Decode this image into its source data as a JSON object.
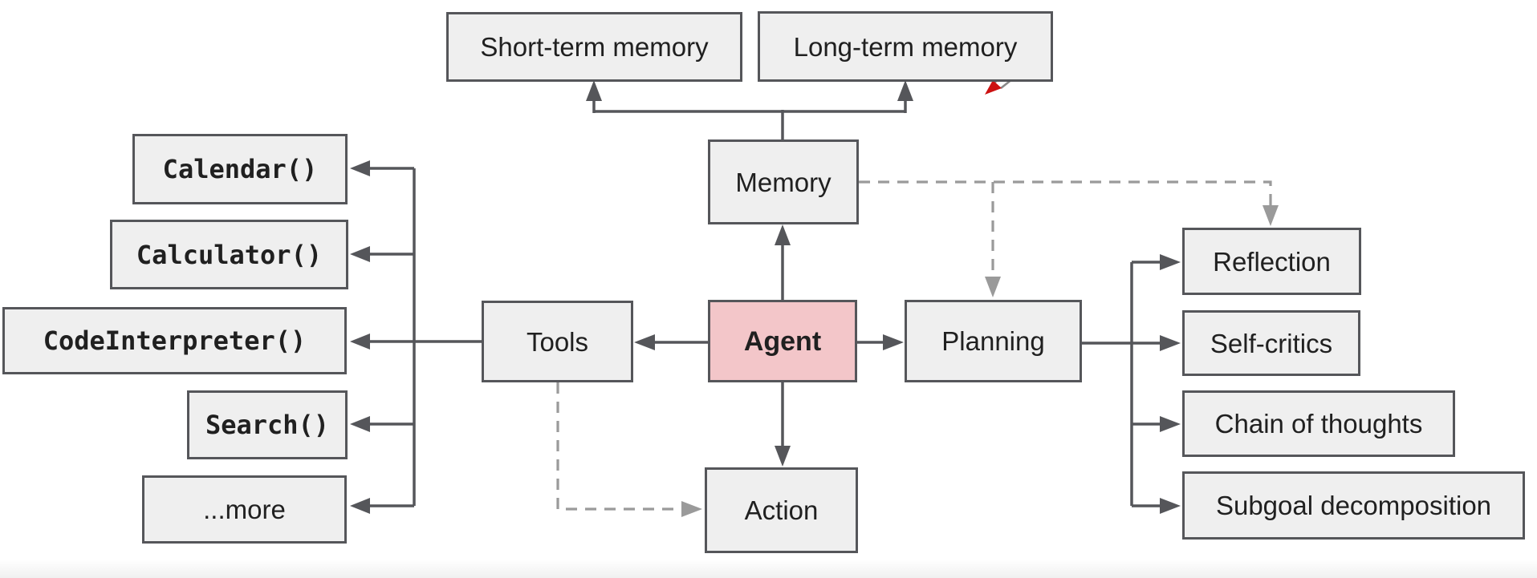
{
  "colors": {
    "node-fill": "#efefef",
    "node-border": "#55565a",
    "agent-fill": "#f3c6c9",
    "solid-line": "#55565a",
    "dashed-line": "#9a9a9a",
    "text": "#202020",
    "pointer-red": "#cc1111"
  },
  "nodes": {
    "agent": {
      "label": "Agent"
    },
    "memory": {
      "label": "Memory"
    },
    "tools": {
      "label": "Tools"
    },
    "planning": {
      "label": "Planning"
    },
    "action": {
      "label": "Action"
    },
    "short_term_memory": {
      "label": "Short-term memory"
    },
    "long_term_memory": {
      "label": "Long-term memory"
    },
    "calendar": {
      "label": "Calendar()"
    },
    "calculator": {
      "label": "Calculator()"
    },
    "code_interpreter": {
      "label": "CodeInterpreter()"
    },
    "search": {
      "label": "Search()"
    },
    "more": {
      "label": "...more"
    },
    "reflection": {
      "label": "Reflection"
    },
    "self_critics": {
      "label": "Self-critics"
    },
    "chain_of_thoughts": {
      "label": "Chain of thoughts"
    },
    "subgoal_decomposition": {
      "label": "Subgoal decomposition"
    }
  },
  "edges": [
    {
      "from": "Memory",
      "to": "Short-term memory",
      "style": "solid"
    },
    {
      "from": "Memory",
      "to": "Long-term memory",
      "style": "solid"
    },
    {
      "from": "Agent",
      "to": "Memory",
      "style": "solid"
    },
    {
      "from": "Agent",
      "to": "Tools",
      "style": "solid"
    },
    {
      "from": "Agent",
      "to": "Planning",
      "style": "solid"
    },
    {
      "from": "Agent",
      "to": "Action",
      "style": "solid"
    },
    {
      "from": "Tools",
      "to": "Calendar()",
      "style": "solid"
    },
    {
      "from": "Tools",
      "to": "Calculator()",
      "style": "solid"
    },
    {
      "from": "Tools",
      "to": "CodeInterpreter()",
      "style": "solid"
    },
    {
      "from": "Tools",
      "to": "Search()",
      "style": "solid"
    },
    {
      "from": "Tools",
      "to": "...more",
      "style": "solid"
    },
    {
      "from": "Planning",
      "to": "Reflection",
      "style": "solid"
    },
    {
      "from": "Planning",
      "to": "Self-critics",
      "style": "solid"
    },
    {
      "from": "Planning",
      "to": "Chain of thoughts",
      "style": "solid"
    },
    {
      "from": "Planning",
      "to": "Subgoal decomposition",
      "style": "solid"
    },
    {
      "from": "Memory",
      "to": "Planning",
      "style": "dashed"
    },
    {
      "from": "Memory",
      "to": "Reflection",
      "style": "dashed"
    },
    {
      "from": "Tools",
      "to": "Action",
      "style": "dashed"
    }
  ]
}
